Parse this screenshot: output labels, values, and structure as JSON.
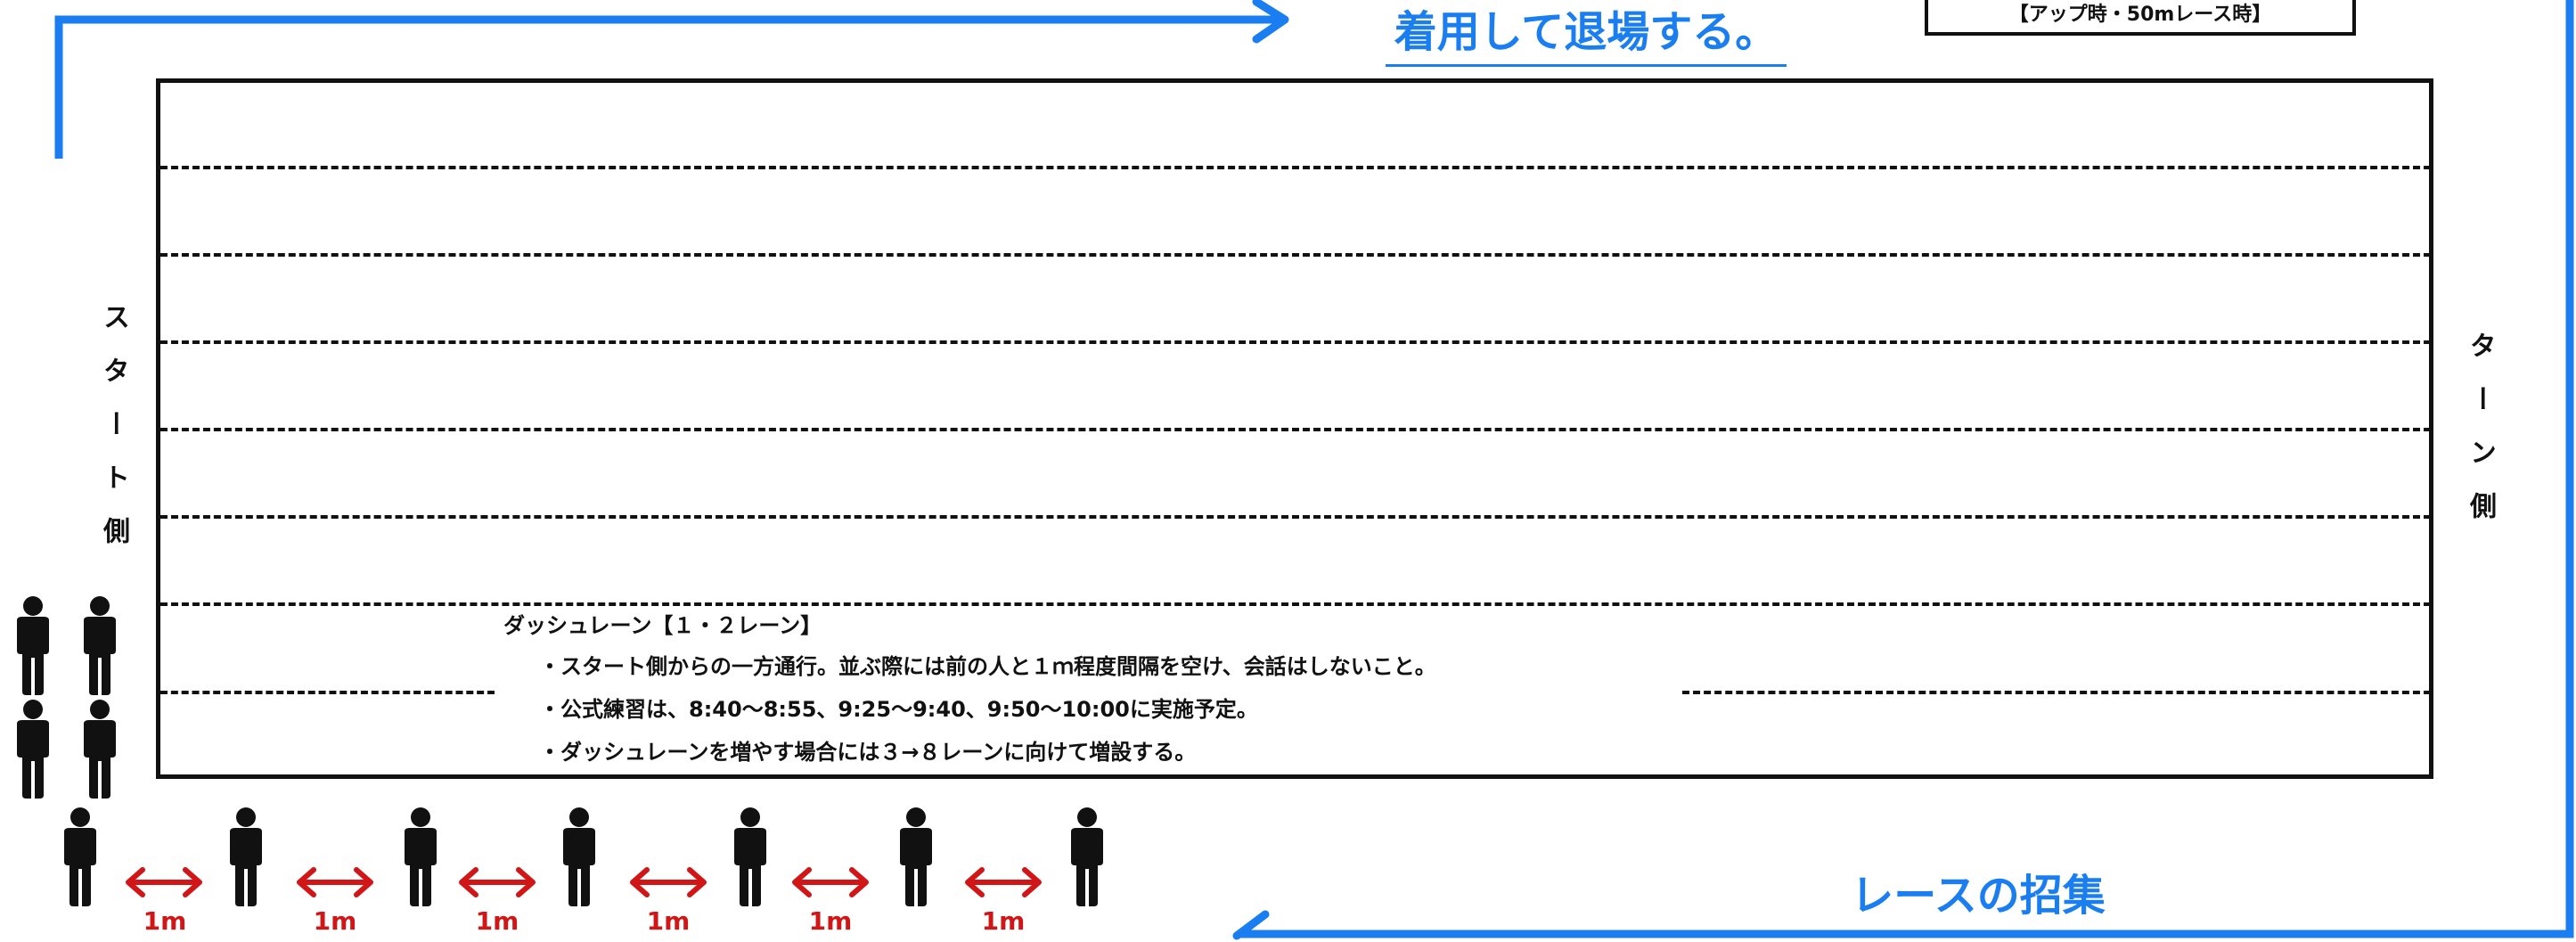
{
  "header": {
    "exit_text": "着用して退場する。",
    "note_box": "【アップ時・50mレース時】"
  },
  "pool": {
    "start_side": "スタート側",
    "turn_side": "ターン側"
  },
  "dash_lane": {
    "title": "ダッシュレーン【１・２レーン】",
    "items": [
      "・スタート側からの一方通行。並ぶ際には前の人と１ｍ程度間隔を空け、会話はしないこと。",
      "・公式練習は、8:40～8:55、9:25～9:40、9:50～10:00に実施予定。",
      "・ダッシュレーンを増やす場合には３→８レーンに向けて増設する。"
    ]
  },
  "spacing": {
    "gap_label": "1m",
    "gap_count": 6
  },
  "footer": {
    "recruit_text": "レースの招集"
  },
  "colors": {
    "arrow_blue": "#1a7ef0",
    "spacing_red": "#d01616",
    "line_black": "#111111"
  },
  "icons": {
    "person": "person-icon",
    "double_arrow": "left-right-arrow-icon"
  }
}
